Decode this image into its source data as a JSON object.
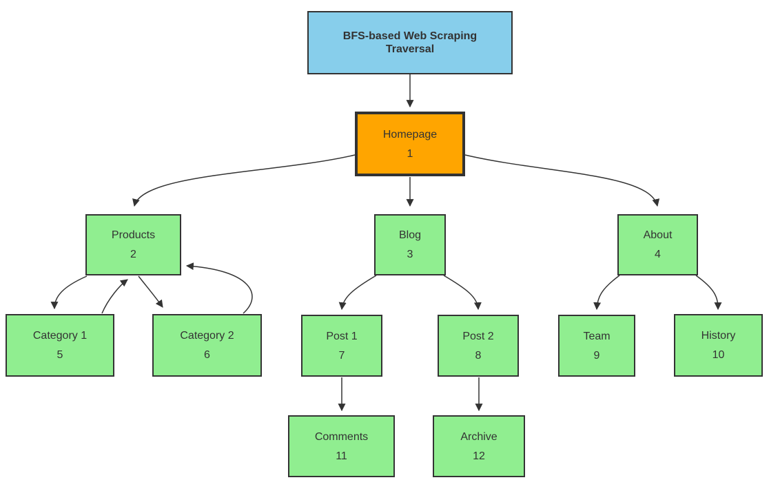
{
  "diagram": {
    "type": "flowchart-top-down",
    "background": "#ffffff",
    "title": "BFS-based Web Scraping Traversal"
  },
  "nodes": [
    {
      "id": "title",
      "label": "BFS-based Web Scraping Traversal",
      "number": "",
      "role": "title"
    },
    {
      "id": "homepage",
      "label": "Homepage",
      "number": "1",
      "role": "current"
    },
    {
      "id": "products",
      "label": "Products",
      "number": "2",
      "role": "visited"
    },
    {
      "id": "blog",
      "label": "Blog",
      "number": "3",
      "role": "visited"
    },
    {
      "id": "about",
      "label": "About",
      "number": "4",
      "role": "visited"
    },
    {
      "id": "category1",
      "label": "Category 1",
      "number": "5",
      "role": "visited"
    },
    {
      "id": "category2",
      "label": "Category 2",
      "number": "6",
      "role": "visited"
    },
    {
      "id": "post1",
      "label": "Post 1",
      "number": "7",
      "role": "visited"
    },
    {
      "id": "post2",
      "label": "Post 2",
      "number": "8",
      "role": "visited"
    },
    {
      "id": "team",
      "label": "Team",
      "number": "9",
      "role": "visited"
    },
    {
      "id": "history",
      "label": "History",
      "number": "10",
      "role": "visited"
    },
    {
      "id": "comments",
      "label": "Comments",
      "number": "11",
      "role": "visited"
    },
    {
      "id": "archive",
      "label": "Archive",
      "number": "12",
      "role": "visited"
    }
  ],
  "edges": [
    {
      "from": "title",
      "to": "homepage"
    },
    {
      "from": "homepage",
      "to": "products"
    },
    {
      "from": "homepage",
      "to": "blog"
    },
    {
      "from": "homepage",
      "to": "about"
    },
    {
      "from": "products",
      "to": "category1"
    },
    {
      "from": "category1",
      "to": "products"
    },
    {
      "from": "products",
      "to": "category2"
    },
    {
      "from": "category2",
      "to": "products"
    },
    {
      "from": "blog",
      "to": "post1"
    },
    {
      "from": "blog",
      "to": "post2"
    },
    {
      "from": "about",
      "to": "team"
    },
    {
      "from": "about",
      "to": "history"
    },
    {
      "from": "post1",
      "to": "comments"
    },
    {
      "from": "post2",
      "to": "archive"
    }
  ],
  "colors": {
    "title_fill": "#87CEEB",
    "current_fill": "#FFA500",
    "visited_fill": "#90EE90",
    "node_border": "#333333",
    "edge_stroke": "#333333",
    "text": "#333333"
  }
}
